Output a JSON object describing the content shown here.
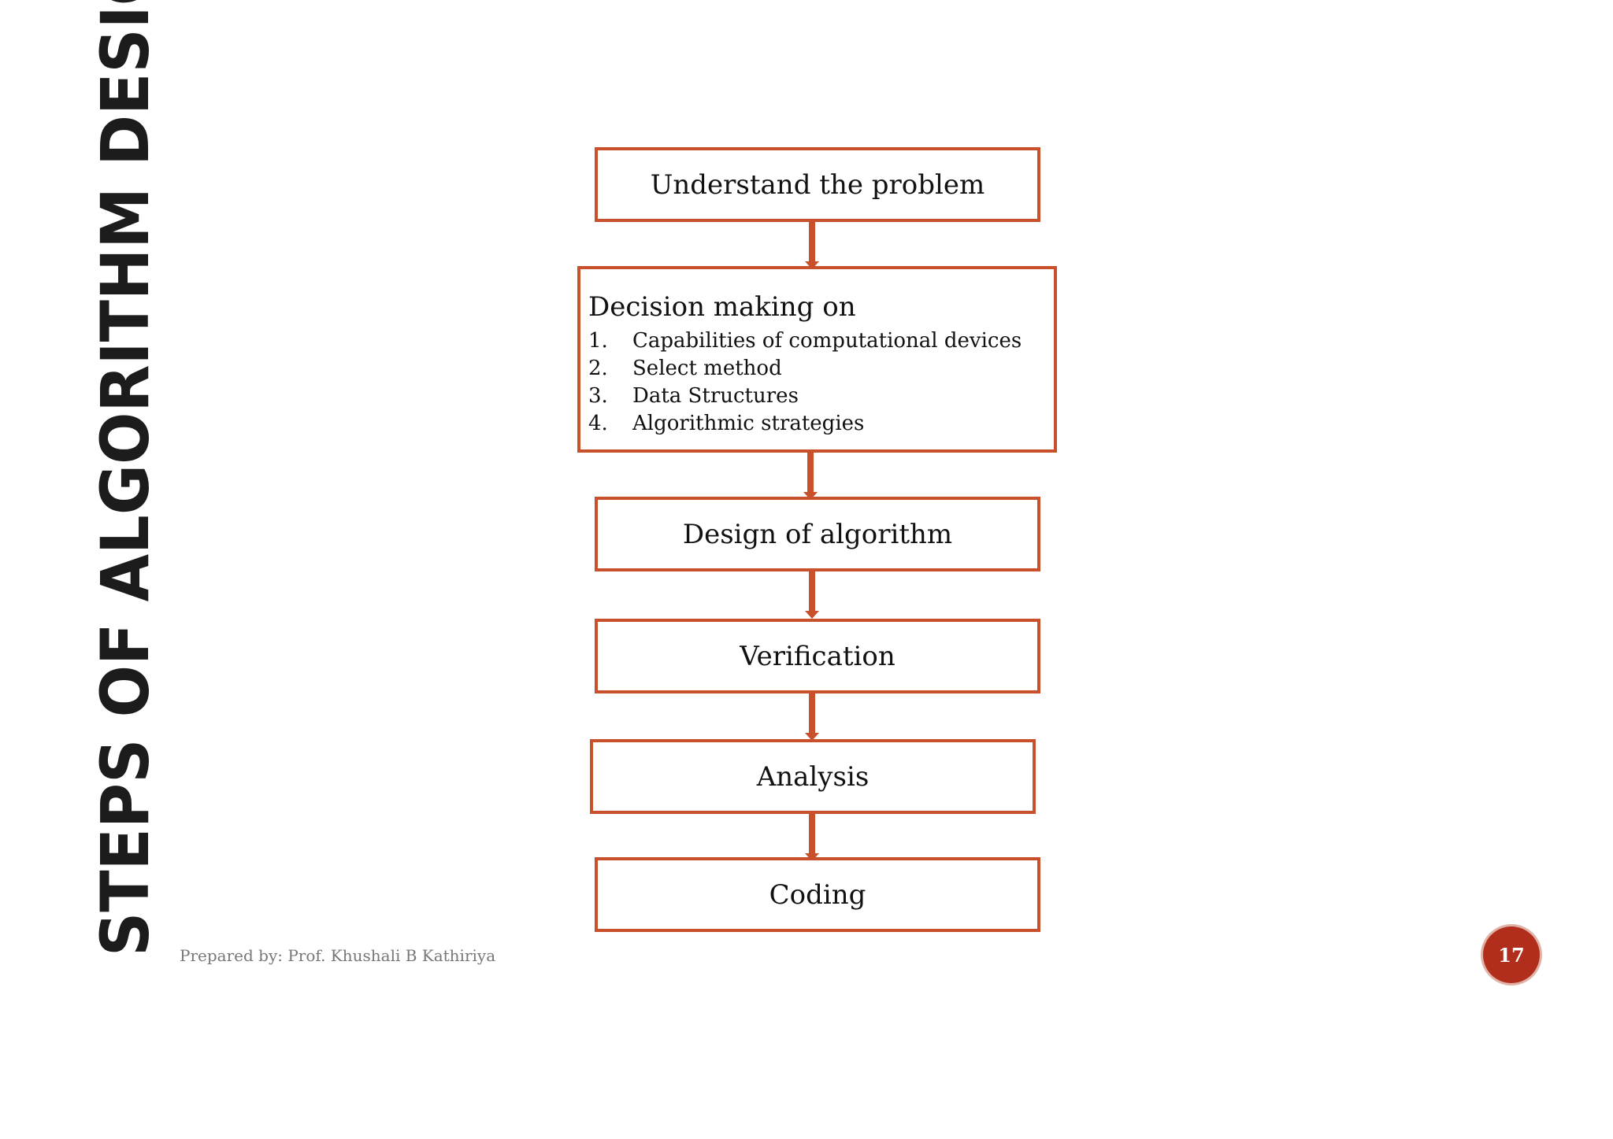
{
  "slide": {
    "title": "STEPS OF ALGORITHM DESIGN",
    "footer": "Prepared by: Prof. Khushali B Kathiriya",
    "page_number": "17"
  },
  "flow": {
    "step1": "Understand the problem",
    "decision": {
      "heading": "Decision making on",
      "items": [
        {
          "num": "1.",
          "text": "Capabilities of computational devices"
        },
        {
          "num": "2.",
          "text": "Select method"
        },
        {
          "num": "3.",
          "text": "Data Structures"
        },
        {
          "num": "4.",
          "text": "Algorithmic strategies"
        }
      ]
    },
    "step3": "Design of algorithm",
    "step4": "Verification",
    "step5": "Analysis",
    "step6": "Coding"
  },
  "colors": {
    "accent": "#c8502a",
    "badge": "#b22e1c"
  }
}
